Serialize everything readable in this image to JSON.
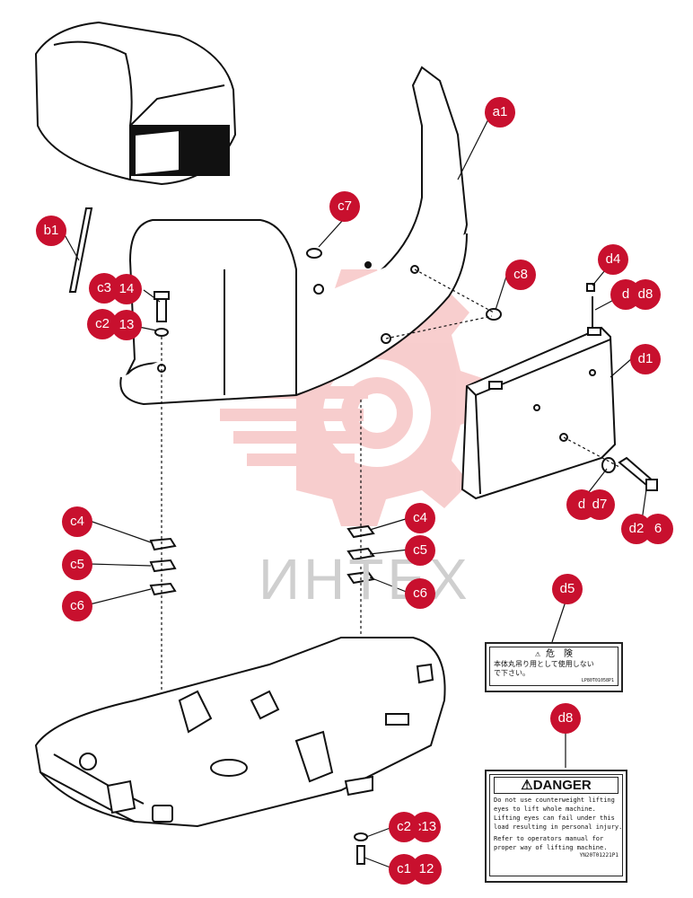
{
  "callouts": {
    "a1": "a1",
    "b1": "b1",
    "c7": "c7",
    "c8": "c8",
    "c3": "c3",
    "n14": "14",
    "c2": "c2",
    "n13": "13",
    "d4": "d4",
    "d8_partial": "d",
    "d8": "d8",
    "d1": "d1",
    "d7_partial": "d",
    "d7": "d7",
    "d2": "d2",
    "n6": "6",
    "c4_left": "c4",
    "c5_left": "c5",
    "c6_left": "c6",
    "c4_right": "c4",
    "c5_right": "c5",
    "c6_right": "c6",
    "d5": "d5",
    "d8_label": "d8",
    "c2_bottom": "c2",
    "c13_bottom": "c13",
    "c1_bottom": "c1",
    "n12": "12"
  },
  "watermark": "ИНТЕХ",
  "label_jp": {
    "title": "⚠ 危　険",
    "line1": "本体丸吊り用として使用しない",
    "line2": "で下さい。",
    "code": "LP80T01058P1"
  },
  "label_danger": {
    "title": "⚠DANGER",
    "line1": "Do not use counterweight lifting",
    "line2": "eyes to lift whole machine.",
    "line3": "Lifting eyes can fail under this",
    "line4": "load resulting in personal injury.",
    "line5": "Refer to operators manual for",
    "line6": "proper way of lifting machine.",
    "code": "YN20T01221P1"
  },
  "colors": {
    "callout": "#c8102e",
    "watermark": "#f2b6b6"
  }
}
